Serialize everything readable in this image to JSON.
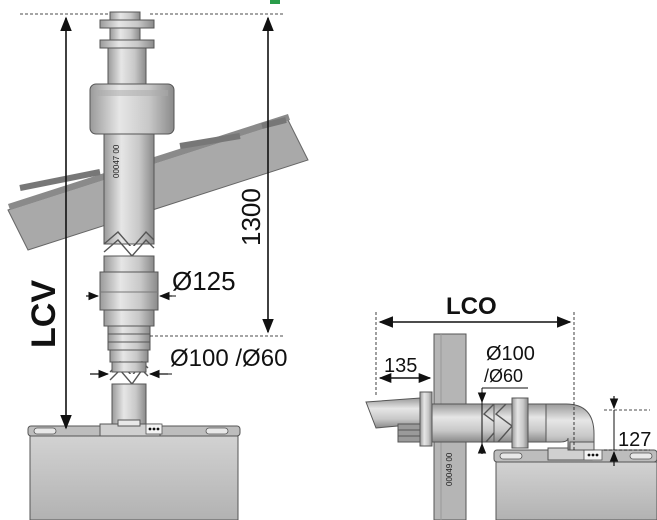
{
  "labels": {
    "lcv": "LCV",
    "lco": "LCO",
    "h1300": "1300",
    "d125": "Ø125",
    "d100_60": "Ø100 /Ø60",
    "d100": "Ø100",
    "d60": "/Ø60",
    "l135": "135",
    "l127": "127",
    "code_vertical": "00047 00",
    "code_wall": "00049 00"
  },
  "colors": {
    "pipe_light": "#d9d9d9",
    "pipe_mid": "#bdbdbd",
    "pipe_dark": "#8f8f8f",
    "roof": "#a8a8a8",
    "wall": "#b8b8b8",
    "boiler": "#c4c4c4",
    "line": "#111111",
    "corner_mark": "#2a9d4a"
  }
}
